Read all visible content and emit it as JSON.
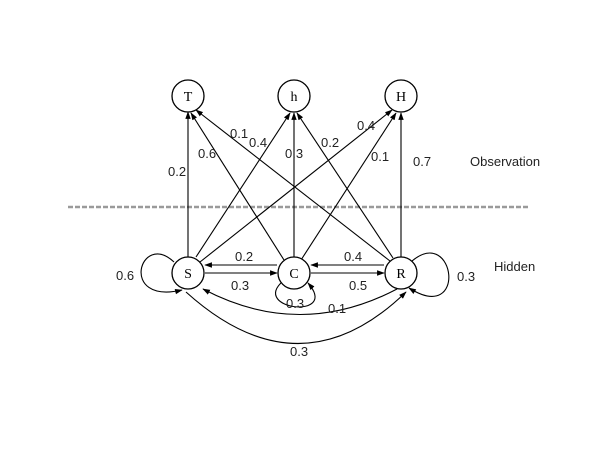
{
  "nodes": {
    "T": {
      "label": "T"
    },
    "h": {
      "label": "h"
    },
    "H": {
      "label": "H"
    },
    "S": {
      "label": "S"
    },
    "C": {
      "label": "C"
    },
    "R": {
      "label": "R"
    }
  },
  "layers": {
    "observation": "Observation",
    "hidden": "Hidden"
  },
  "transitions": {
    "S_to_S": "0.6",
    "C_to_C": "0.3",
    "R_to_R": "0.3",
    "C_to_S": "0.2",
    "S_to_C": "0.3",
    "R_to_C": "0.4",
    "C_to_R": "0.5",
    "R_to_S": "0.1",
    "S_to_R": "0.3"
  },
  "emissions": {
    "S_to_T": "0.2",
    "S_to_h": "0.4",
    "S_to_H": "0.4",
    "C_to_T": "0.6",
    "C_to_h": "0.3",
    "C_to_H": "0.1",
    "R_to_T": "0.1",
    "R_to_h": "0.2",
    "R_to_H": "0.7"
  }
}
